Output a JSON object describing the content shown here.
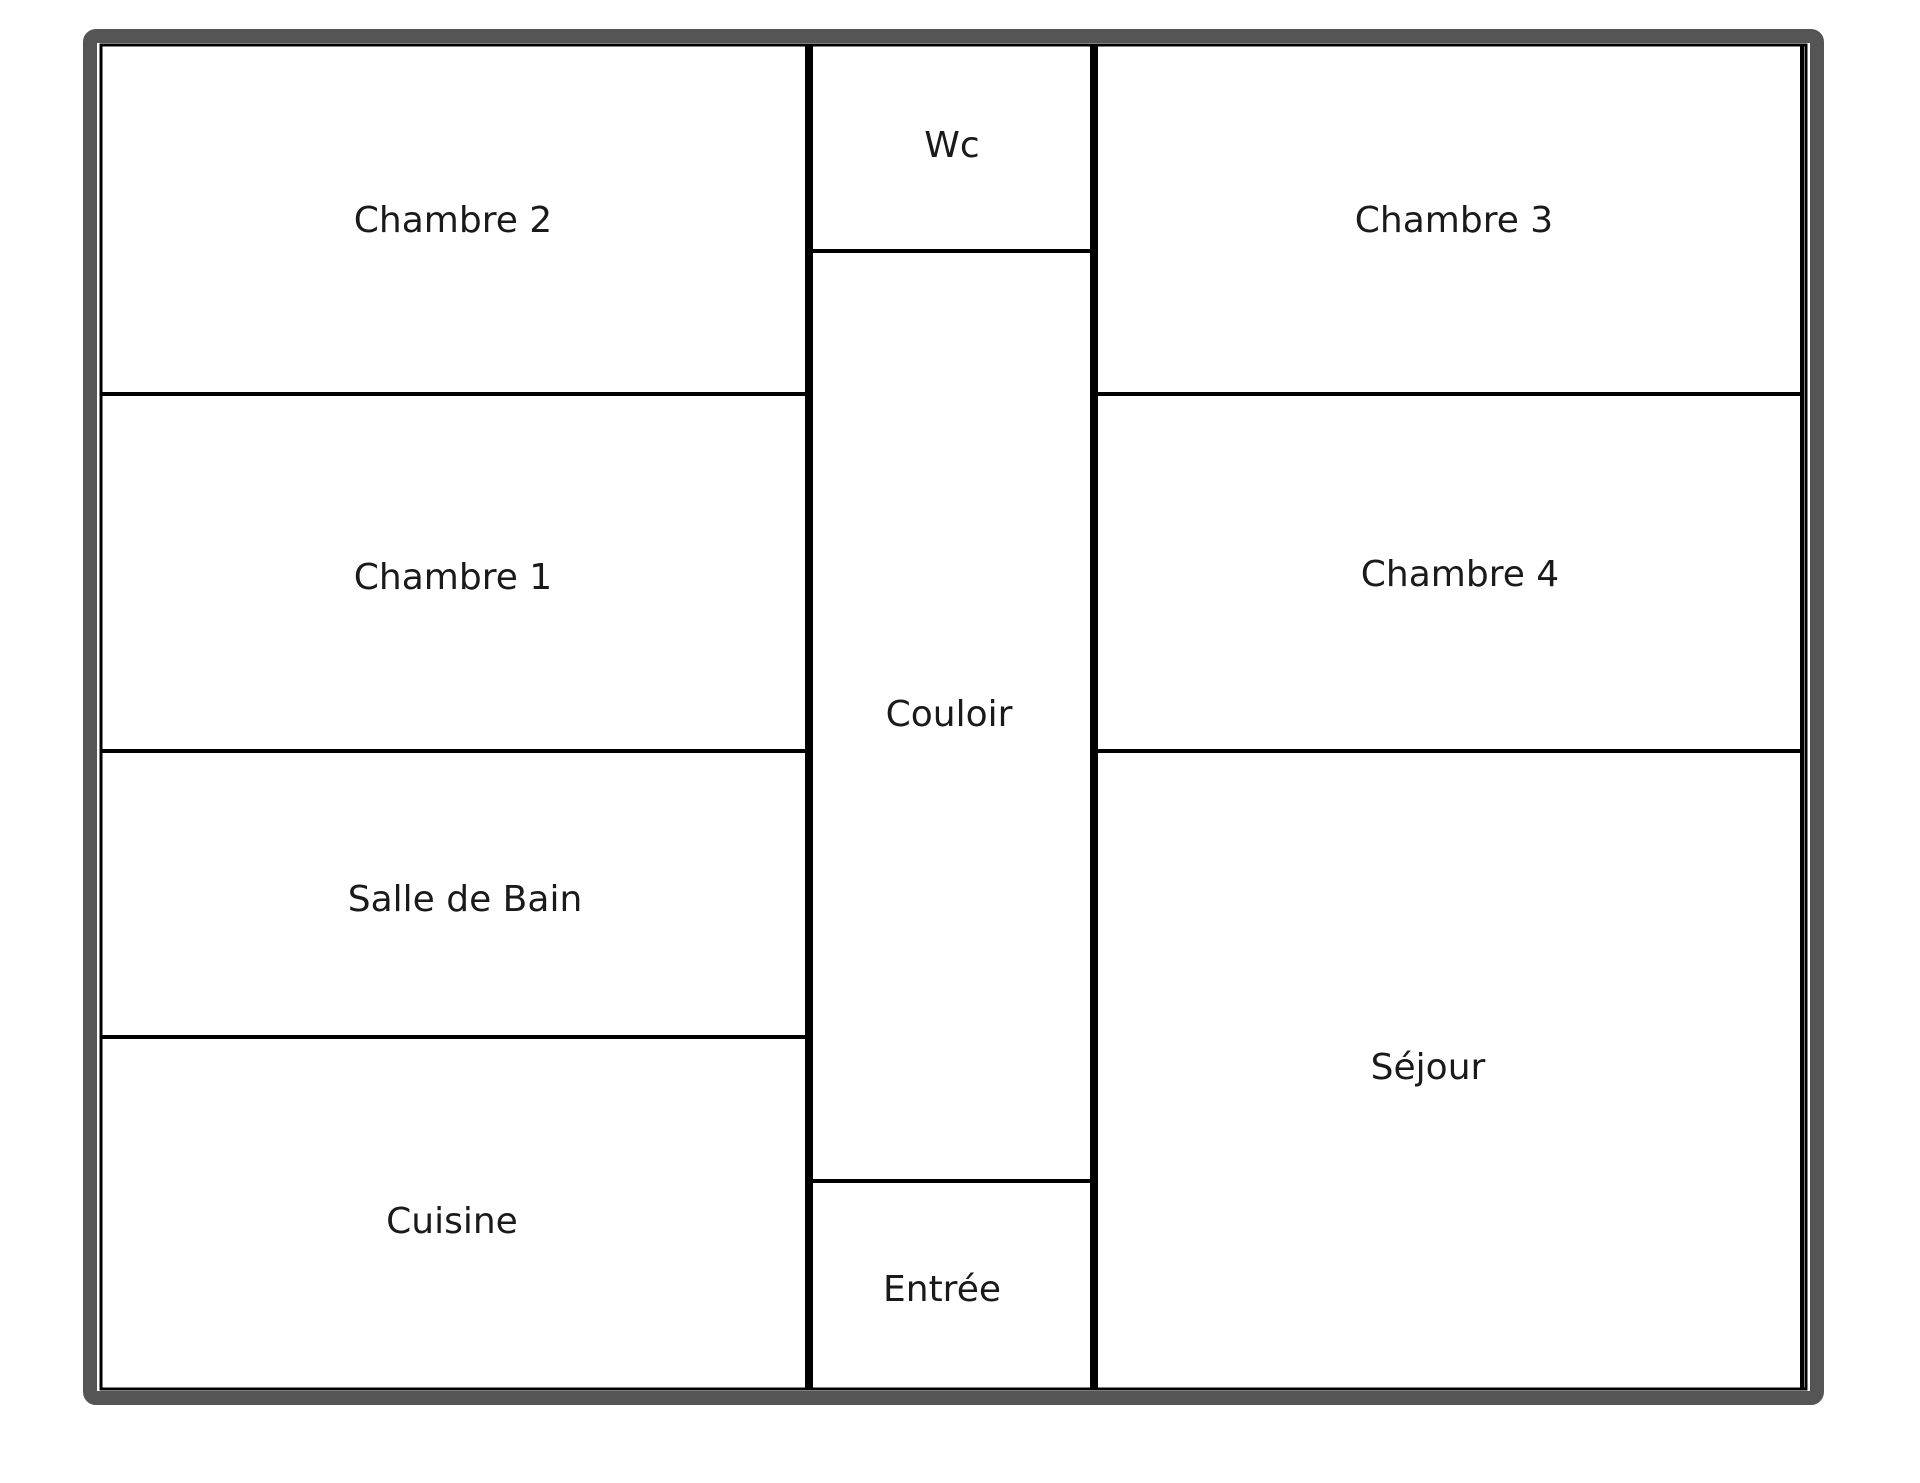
{
  "floor_plan": {
    "rooms": [
      {
        "id": "chambre-2",
        "label": "Chambre 2"
      },
      {
        "id": "wc",
        "label": "Wc"
      },
      {
        "id": "chambre-3",
        "label": "Chambre 3"
      },
      {
        "id": "chambre-1",
        "label": "Chambre 1"
      },
      {
        "id": "chambre-4",
        "label": "Chambre 4"
      },
      {
        "id": "couloir",
        "label": "Couloir"
      },
      {
        "id": "salle-de-bain",
        "label": "Salle de Bain"
      },
      {
        "id": "sejour",
        "label": "Séjour"
      },
      {
        "id": "cuisine",
        "label": "Cuisine"
      },
      {
        "id": "entree",
        "label": "Entrée"
      }
    ],
    "colors": {
      "wall_outer": "#555555",
      "wall_inner": "#000000",
      "background": "#ffffff",
      "text": "#1a1a1a"
    }
  }
}
